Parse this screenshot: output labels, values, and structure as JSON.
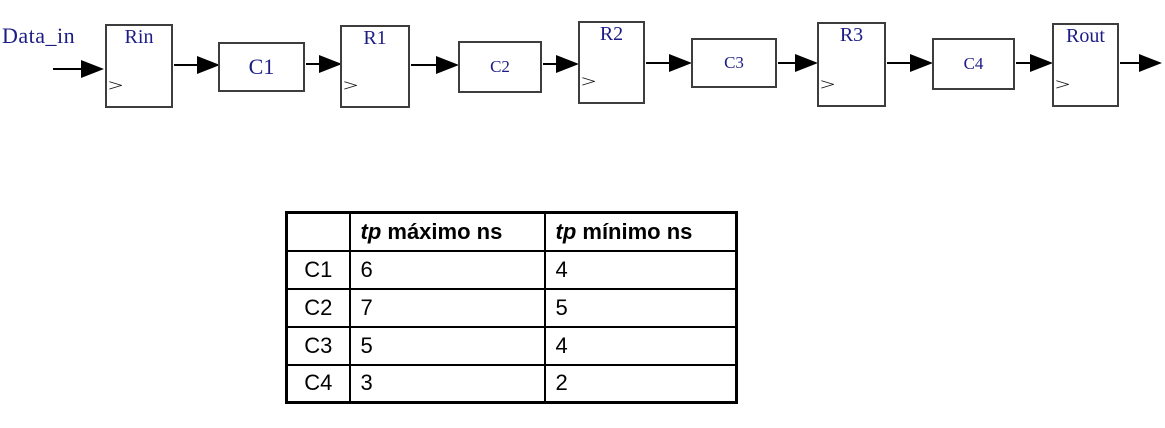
{
  "diagram": {
    "input_label": "Data_in",
    "clock_symbol": ">",
    "stages": [
      {
        "type": "register",
        "label": "Rin"
      },
      {
        "type": "combinational",
        "label": "C1"
      },
      {
        "type": "register",
        "label": "R1"
      },
      {
        "type": "combinational",
        "label": "C2"
      },
      {
        "type": "register",
        "label": "R2"
      },
      {
        "type": "combinational",
        "label": "C3"
      },
      {
        "type": "register",
        "label": "R3"
      },
      {
        "type": "combinational",
        "label": "C4"
      },
      {
        "type": "register",
        "label": "Rout"
      }
    ]
  },
  "table": {
    "headers": [
      {
        "italic": "",
        "text": ""
      },
      {
        "italic": "tp",
        "text": " máximo ns"
      },
      {
        "italic": "tp",
        "text": " mínimo ns"
      }
    ],
    "rows": [
      {
        "name": "C1",
        "tp_max": "6",
        "tp_min": "4"
      },
      {
        "name": "C2",
        "tp_max": "7",
        "tp_min": "5"
      },
      {
        "name": "C3",
        "tp_max": "5",
        "tp_min": "4"
      },
      {
        "name": "C4",
        "tp_max": "3",
        "tp_min": "2"
      }
    ]
  },
  "colors": {
    "background": "#ffffff",
    "box_border": "#3d3d3d",
    "diagram_text": "#1c1c86",
    "arrow": "#000000",
    "table_border": "#000000",
    "table_text": "#000000"
  }
}
